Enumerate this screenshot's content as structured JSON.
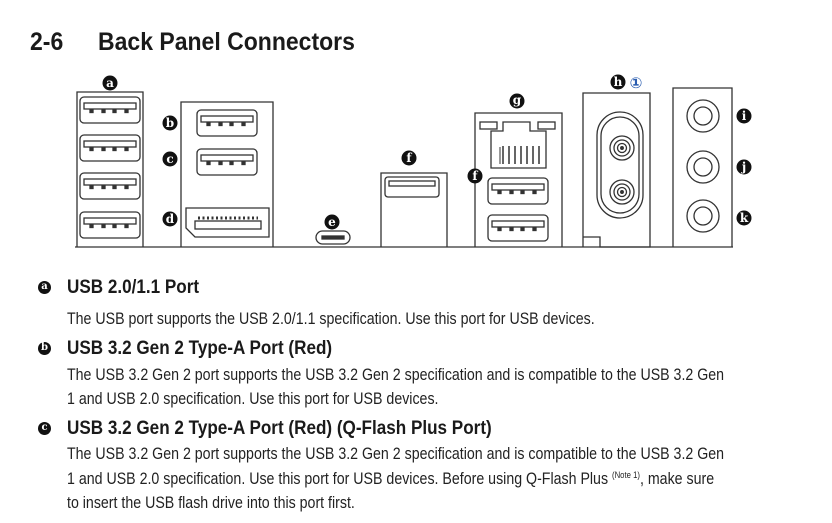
{
  "section": {
    "number": "2-6",
    "title": "Back Panel Connectors"
  },
  "diagram_labels": [
    "a",
    "b",
    "c",
    "d",
    "e",
    "f",
    "g",
    "h",
    "i",
    "j",
    "k",
    "f"
  ],
  "note_marker": "①",
  "items": [
    {
      "bullet": "a",
      "heading": "USB 2.0/1.1 Port",
      "lines": [
        "The USB port supports the USB 2.0/1.1 specification. Use this port for USB devices."
      ]
    },
    {
      "bullet": "b",
      "heading": "USB 3.2 Gen 2 Type-A Port (Red)",
      "lines": [
        "The USB 3.2 Gen 2 port supports the USB 3.2 Gen 2 specification and is compatible to the USB 3.2 Gen",
        "1 and USB 2.0 specification. Use this port for USB devices."
      ]
    },
    {
      "bullet": "c",
      "heading": "USB 3.2 Gen 2 Type-A Port (Red) (Q-Flash Plus Port)",
      "lines": [
        "The USB 3.2 Gen 2 port supports the USB 3.2 Gen 2 specification and is compatible to the USB 3.2 Gen",
        "1 and USB 2.0 specification. Use this port for USB devices. Before using Q-Flash Plus",
        ", make sure",
        "to insert the USB flash drive into this port first."
      ],
      "note": "(Note 1)"
    }
  ],
  "colors": {
    "note_marker": "#2a5db0"
  }
}
